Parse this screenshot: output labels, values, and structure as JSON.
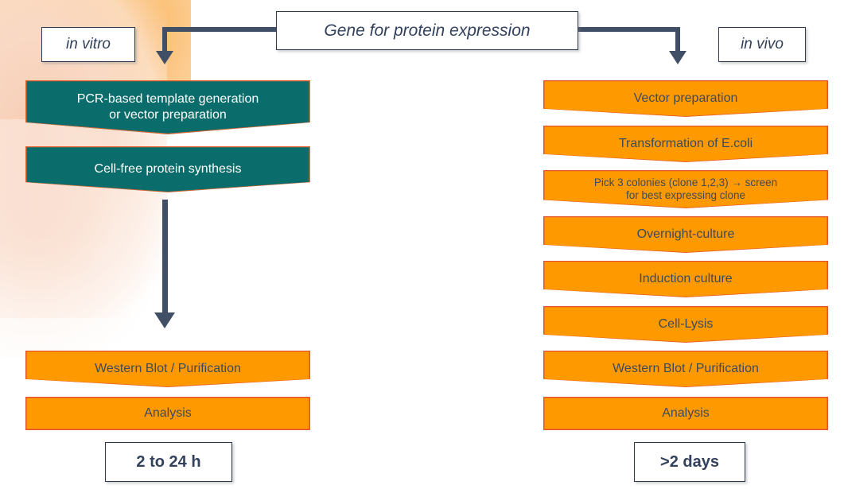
{
  "diagram": {
    "title_box": {
      "label": "Gene for protein expression"
    },
    "branches": [
      {
        "id": "in-vitro",
        "label": "in vitro",
        "duration": "2 to 24 h"
      },
      {
        "id": "in-vivo",
        "label": "in vivo",
        "duration": ">2 days"
      }
    ],
    "colors": {
      "teal_fill": "#0a6d6b",
      "teal_border": "#e2622c",
      "orange_fill": "#ff9900",
      "orange_border": "#e2542c",
      "connector": "#414f66",
      "caption_text": "#32415c",
      "orange_box_text": "#3d4a5c",
      "teal_box_text": "#ffffff"
    },
    "left_column": {
      "steps": [
        {
          "label": "PCR-based template generation\nor vector preparation",
          "style": "teal",
          "shape": "notched"
        },
        {
          "label": "Cell-free protein synthesis",
          "style": "teal",
          "shape": "notched"
        },
        {
          "label": "Western Blot / Purification",
          "style": "orange",
          "shape": "notched"
        },
        {
          "label": "Analysis",
          "style": "orange",
          "shape": "flat"
        }
      ]
    },
    "right_column": {
      "steps": [
        {
          "label": "Vector preparation",
          "style": "orange",
          "shape": "notched"
        },
        {
          "label": "Transformation of E.coli",
          "style": "orange",
          "shape": "notched"
        },
        {
          "label": "Pick 3 colonies (clone 1,2,3) → screen\nfor best expressing clone",
          "style": "orange",
          "shape": "notched",
          "small": true
        },
        {
          "label": "Overnight-culture",
          "style": "orange",
          "shape": "notched"
        },
        {
          "label": "Induction culture",
          "style": "orange",
          "shape": "notched"
        },
        {
          "label": "Cell-Lysis",
          "style": "orange",
          "shape": "notched"
        },
        {
          "label": "Western Blot / Purification",
          "style": "orange",
          "shape": "notched"
        },
        {
          "label": "Analysis",
          "style": "orange",
          "shape": "flat"
        }
      ]
    }
  }
}
